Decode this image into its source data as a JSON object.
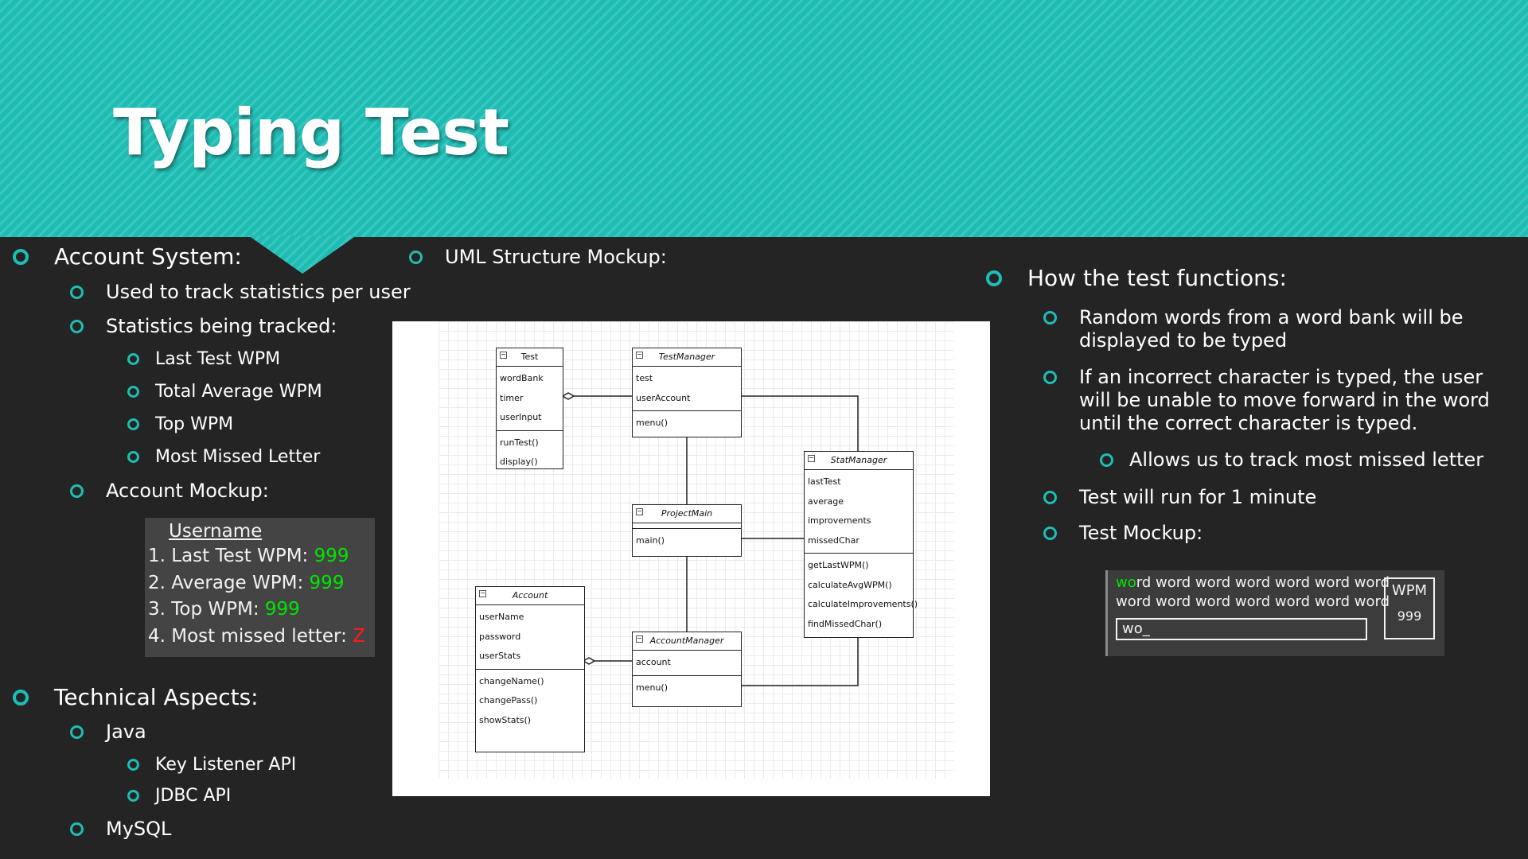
{
  "slide": {
    "title": "Typing Test",
    "accent_color": "#1ebdb4",
    "background_color": "#242424"
  },
  "left": {
    "account_system": "Account System:",
    "used_to_track": "Used to track statistics per user",
    "statistics_tracked": "Statistics being tracked:",
    "stats": [
      "Last Test WPM",
      "Total Average WPM",
      "Top WPM",
      "Most Missed Letter"
    ],
    "account_mockup": "Account Mockup:",
    "technical_aspects": "Technical Aspects:",
    "java": "Java",
    "java_apis": [
      "Key Listener API",
      "JDBC API"
    ],
    "mysql": "MySQL"
  },
  "account_mock": {
    "header": "Username",
    "rows": [
      {
        "label": "1. Last Test WPM:",
        "value": "999"
      },
      {
        "label": "2. Average WPM:",
        "value": "999"
      },
      {
        "label": "3. Top WPM:",
        "value": "999"
      },
      {
        "label": "4. Most missed letter:",
        "value": "Z"
      }
    ]
  },
  "middle": {
    "uml_heading": "UML Structure Mockup:"
  },
  "uml": {
    "test": {
      "name": "Test",
      "fields": [
        "wordBank",
        "timer",
        "userInput"
      ],
      "methods": [
        "runTest()",
        "display()"
      ]
    },
    "test_manager": {
      "name": "TestManager",
      "fields": [
        "test",
        "userAccount"
      ],
      "methods": [
        "menu()"
      ]
    },
    "project_main": {
      "name": "ProjectMain",
      "fields": [],
      "methods": [
        "main()"
      ]
    },
    "stat_manager": {
      "name": "StatManager",
      "fields": [
        "lastTest",
        "average",
        "improvements",
        "missedChar"
      ],
      "methods": [
        "getLastWPM()",
        "calculateAvgWPM()",
        "calculateImprovements()",
        "findMissedChar()"
      ]
    },
    "account": {
      "name": "Account",
      "fields": [
        "userName",
        "password",
        "userStats"
      ],
      "methods": [
        "changeName()",
        "changePass()",
        "showStats()"
      ]
    },
    "account_manager": {
      "name": "AccountManager",
      "fields": [
        "account"
      ],
      "methods": [
        "menu()"
      ]
    }
  },
  "right": {
    "how_test_functions": "How the test functions:",
    "random_words": "Random words from a word bank will be displayed to be typed",
    "incorrect_char": "If an incorrect character is typed, the user will be unable to move forward in the word until the correct character is typed.",
    "allows_track": "Allows us to track most missed letter",
    "run_time": "Test will run for 1 minute",
    "test_mockup": "Test Mockup:"
  },
  "test_mock": {
    "line1_typed": "wo",
    "line1_rest": "rd word word word word word word",
    "line2": "word word word word word word word",
    "input_value": "wo_",
    "wpm_label": "WPM",
    "wpm_value": "999"
  }
}
